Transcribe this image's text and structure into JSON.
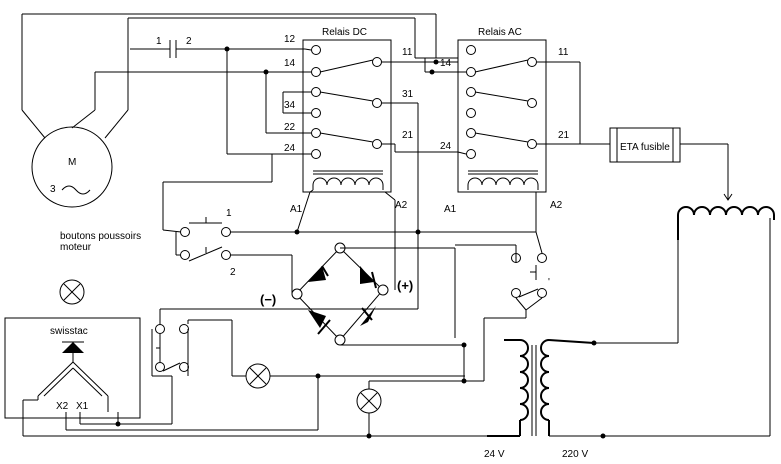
{
  "relay_dc": {
    "title": "Relais DC",
    "pins_left": [
      "12",
      "14",
      "34",
      "22",
      "24"
    ],
    "pins_right": [
      "11",
      "31",
      "21"
    ],
    "coil_a1": "A1",
    "coil_a2": "A2"
  },
  "relay_ac": {
    "title": "Relais AC",
    "pins_left": [
      "14",
      "24"
    ],
    "pins_right": [
      "11",
      "21"
    ],
    "coil_a1": "A1",
    "coil_a2": "A2"
  },
  "capacitor": {
    "pin1": "1",
    "pin2": "2"
  },
  "motor": {
    "label": "M",
    "phase": "3"
  },
  "fuse": {
    "label": "ETA fusible"
  },
  "buttons": {
    "label_line1": "boutons poussoirs",
    "label_line2": "moteur",
    "btn1": "1",
    "btn2": "2"
  },
  "bridge": {
    "minus": "(−)",
    "plus": "(+)"
  },
  "swisstac": {
    "label": "swisstac",
    "x2": "X2",
    "x1": "X1"
  },
  "transformer": {
    "secondary": "24 V",
    "primary": "220 V"
  },
  "limit_switch_tick": "'"
}
